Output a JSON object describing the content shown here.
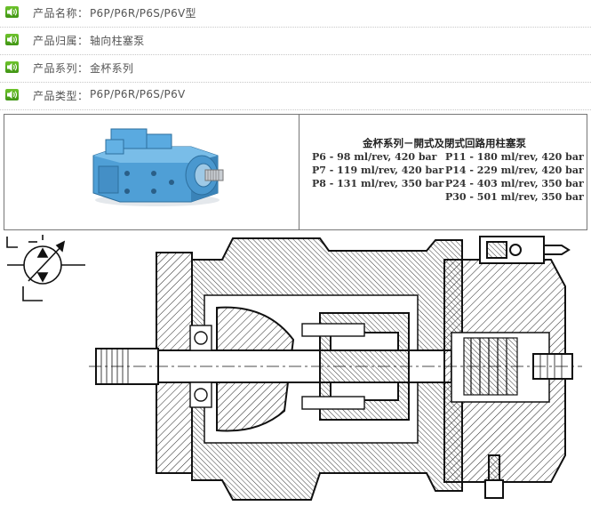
{
  "attributes": [
    {
      "label": "产品名称",
      "value": "P6P/P6R/P6S/P6V型"
    },
    {
      "label": "产品归属",
      "value": "轴向柱塞泵"
    },
    {
      "label": "产品系列",
      "value": "金杯系列"
    },
    {
      "label": "产品类型",
      "value": "P6P/P6R/P6S/P6V"
    }
  ],
  "separator": "：",
  "spec": {
    "title": "金杯系列－開式及閉式回路用柱塞泵",
    "left": [
      "P6 -   98 ml/rev, 420 bar",
      "P7 - 119 ml/rev, 420 bar",
      "P8 - 131 ml/rev, 350 bar"
    ],
    "right": [
      "P11 - 180 ml/rev, 420 bar",
      "P14 - 229 ml/rev, 420 bar",
      "P24 - 403 ml/rev, 350 bar",
      "P30 - 501 ml/rev, 350 bar"
    ]
  },
  "icons": {
    "bullet": "speaker-icon",
    "symbol": "hydraulic-variable-pump-symbol",
    "drawing": "pump-cross-section-drawing"
  },
  "colors": {
    "bullet_green": "#4ea91c",
    "pump_blue": "#4f9fd6",
    "border": "#777777"
  }
}
